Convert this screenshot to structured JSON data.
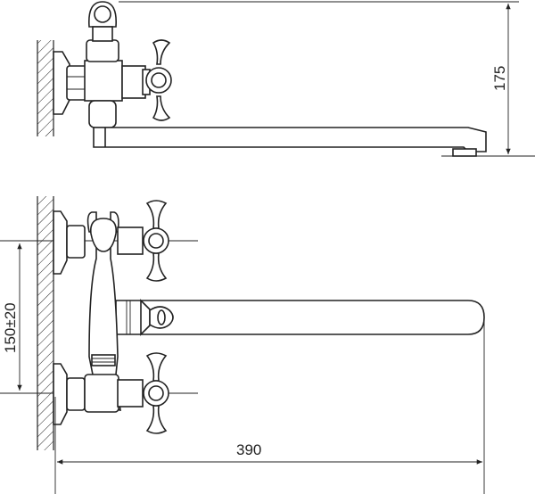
{
  "drawing": {
    "dimensions": {
      "spout_height": "175",
      "inlet_spacing": "150±20",
      "spout_reach": "390"
    },
    "line_color": "#222222"
  }
}
